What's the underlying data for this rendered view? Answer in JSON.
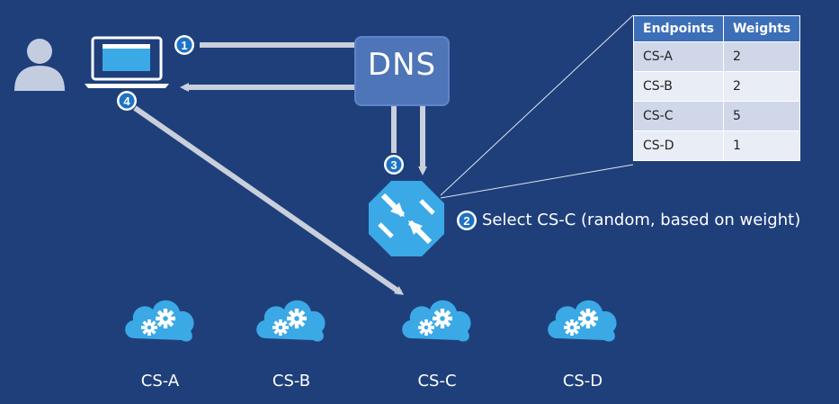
{
  "dns": {
    "label": "DNS"
  },
  "steps": [
    {
      "number": "1"
    },
    {
      "number": "2",
      "text": "Select CS-C (random, based on weight)"
    },
    {
      "number": "3"
    },
    {
      "number": "4"
    }
  ],
  "table": {
    "headers": [
      "Endpoints",
      "Weights"
    ],
    "rows": [
      [
        "CS-A",
        "2"
      ],
      [
        "CS-B",
        "2"
      ],
      [
        "CS-C",
        "5"
      ],
      [
        "CS-D",
        "1"
      ]
    ]
  },
  "endpoints": [
    "CS-A",
    "CS-B",
    "CS-C",
    "CS-D"
  ],
  "colors": {
    "background": "#1f3f7b",
    "arrow": "#c9cfdb",
    "cloud": "#3aa9e6",
    "traffic_manager": "#3aa9e6",
    "table_header": "#3c6fb8"
  }
}
